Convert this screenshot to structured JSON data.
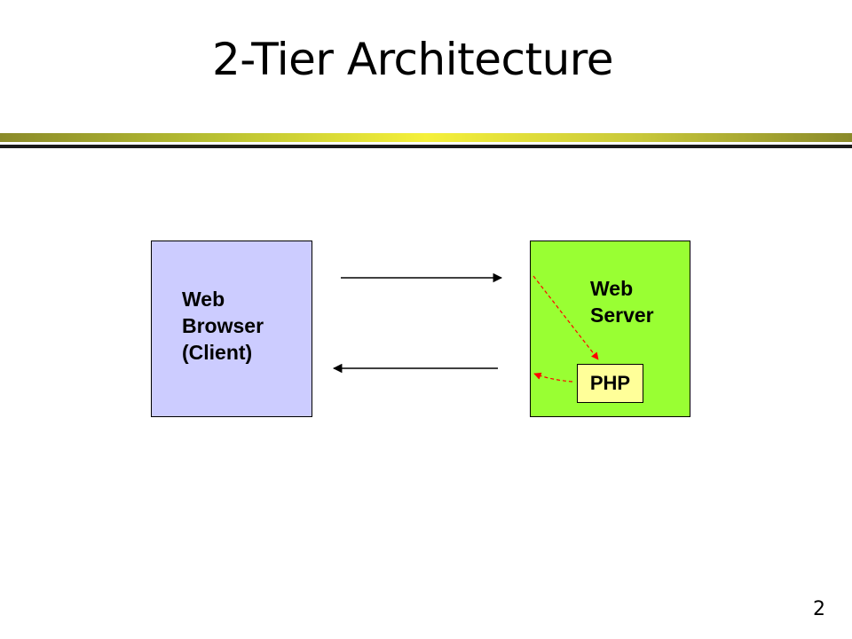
{
  "slide": {
    "title": "2-Tier Architecture",
    "page_number": "2"
  },
  "diagram": {
    "client": {
      "lines": [
        "Web",
        "Browser",
        "(Client)"
      ]
    },
    "server": {
      "lines": [
        "Web",
        "Server"
      ]
    },
    "php": {
      "label": "PHP"
    }
  },
  "colors": {
    "client_fill": "#ccccff",
    "server_fill": "#99ff33",
    "php_fill": "#ffff99",
    "dashed_arrow": "#ff0000"
  }
}
